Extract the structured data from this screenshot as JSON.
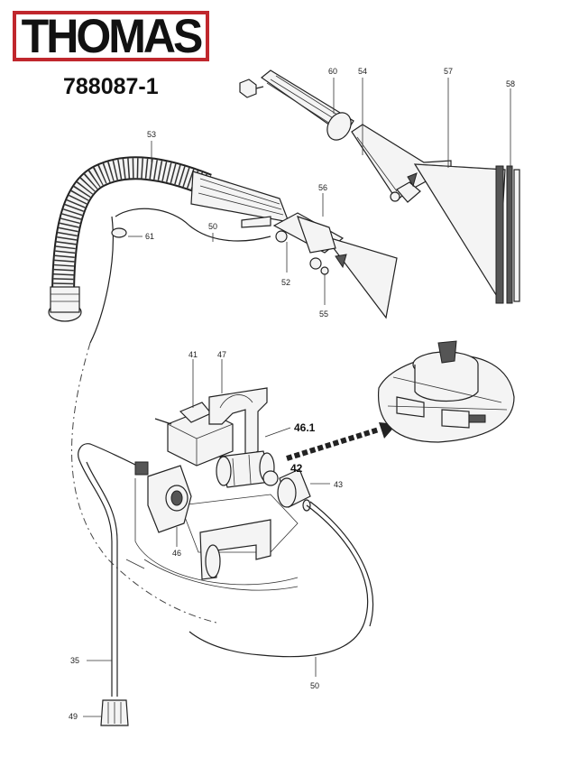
{
  "header": {
    "brand": "THOMAS",
    "model_number": "788087-1"
  },
  "colors": {
    "brand_red": "#c0272d",
    "ink": "#222222"
  },
  "part_labels": {
    "p60": "60",
    "p54": "54",
    "p57": "57",
    "p58": "58",
    "p53": "53",
    "p56": "56",
    "p50a": "50",
    "p61": "61",
    "p52": "52",
    "p55": "55",
    "p41": "41",
    "p47": "47",
    "p46_1": "46.1",
    "p42": "42",
    "p43": "43",
    "p46": "46",
    "p35": "35",
    "p50b": "50",
    "p49": "49"
  }
}
